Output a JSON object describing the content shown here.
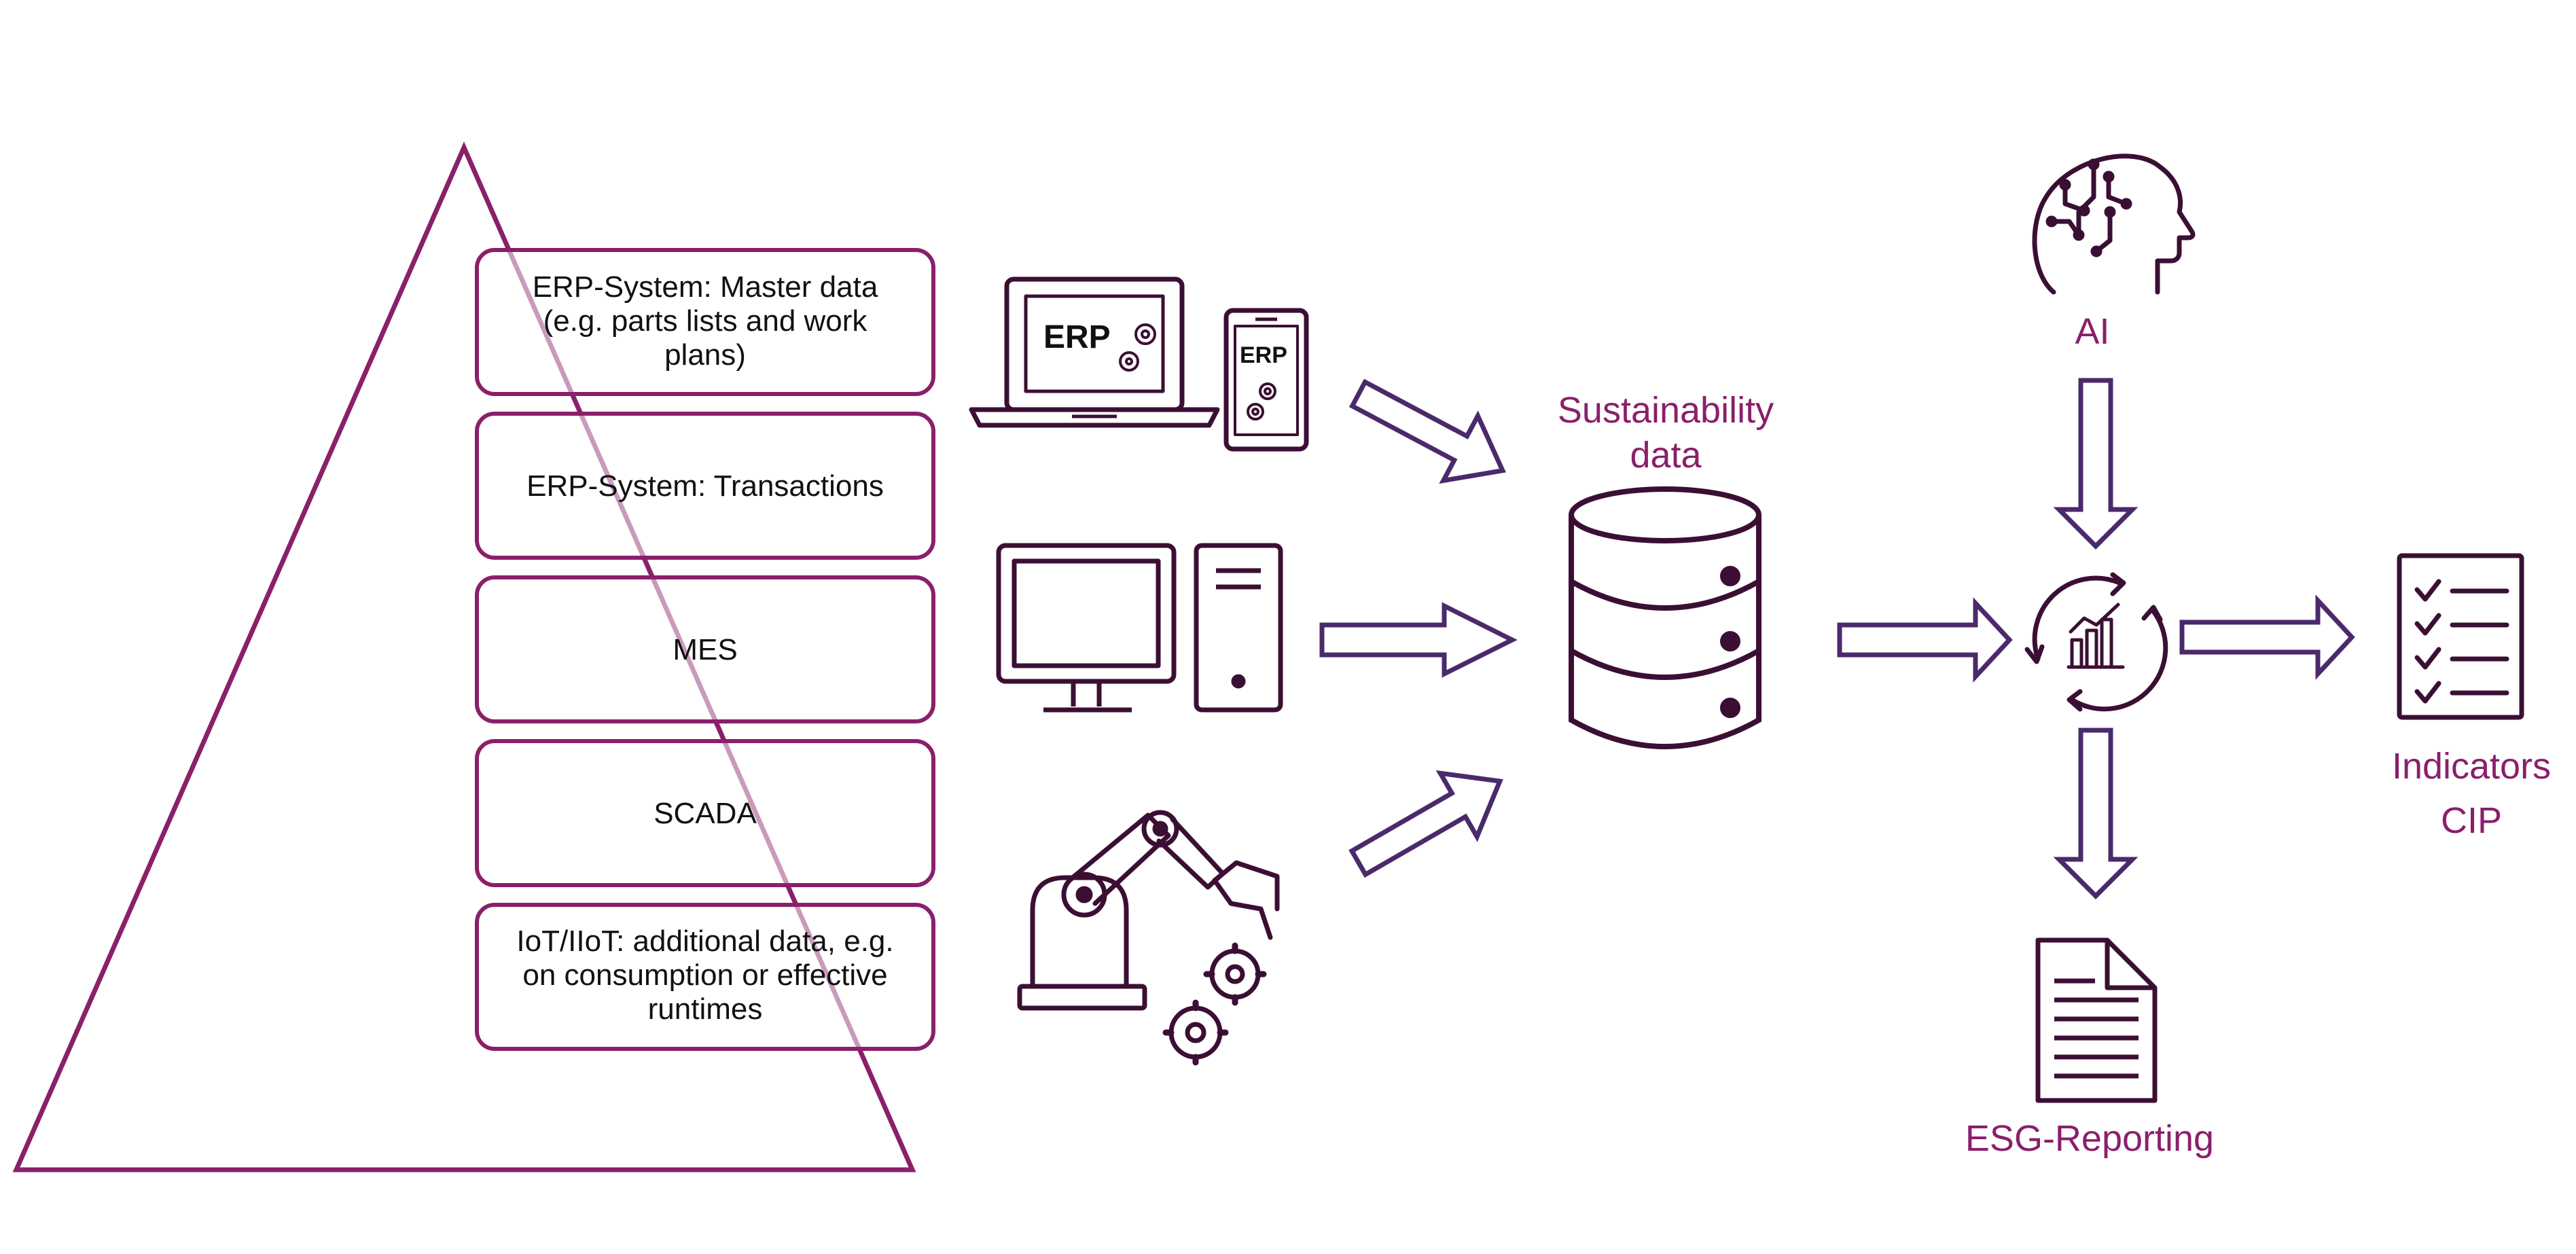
{
  "colors": {
    "accent": "#8a1f6a",
    "dark": "#3b0f33",
    "arrow": "#4a2a6b",
    "text": "#111111",
    "background": "#ffffff"
  },
  "pyramid": {
    "layers": [
      {
        "lines": [
          "ERP-System: Master data",
          "(e.g. parts lists and work",
          "plans)"
        ]
      },
      {
        "lines": [
          "ERP-System: Transactions"
        ]
      },
      {
        "lines": [
          "MES"
        ]
      },
      {
        "lines": [
          "SCADA"
        ]
      },
      {
        "lines": [
          "IoT/IIoT: additional data, e.g.",
          "on consumption or effective",
          "runtimes"
        ]
      }
    ]
  },
  "icons": {
    "laptop_label": "ERP",
    "phone_label": "ERP",
    "names": [
      "laptop-icon",
      "smartphone-icon",
      "desktop-computer-icon",
      "robot-arm-icon",
      "database-icon",
      "ai-head-icon",
      "analytics-cycle-icon",
      "checklist-icon",
      "report-document-icon"
    ]
  },
  "center": {
    "title_lines": [
      "Sustainability",
      "data"
    ]
  },
  "ai": {
    "label": "AI"
  },
  "outputs": {
    "indicators_label": "Indicators",
    "cip_label": "CIP",
    "esg_label": "ESG-Reporting"
  }
}
